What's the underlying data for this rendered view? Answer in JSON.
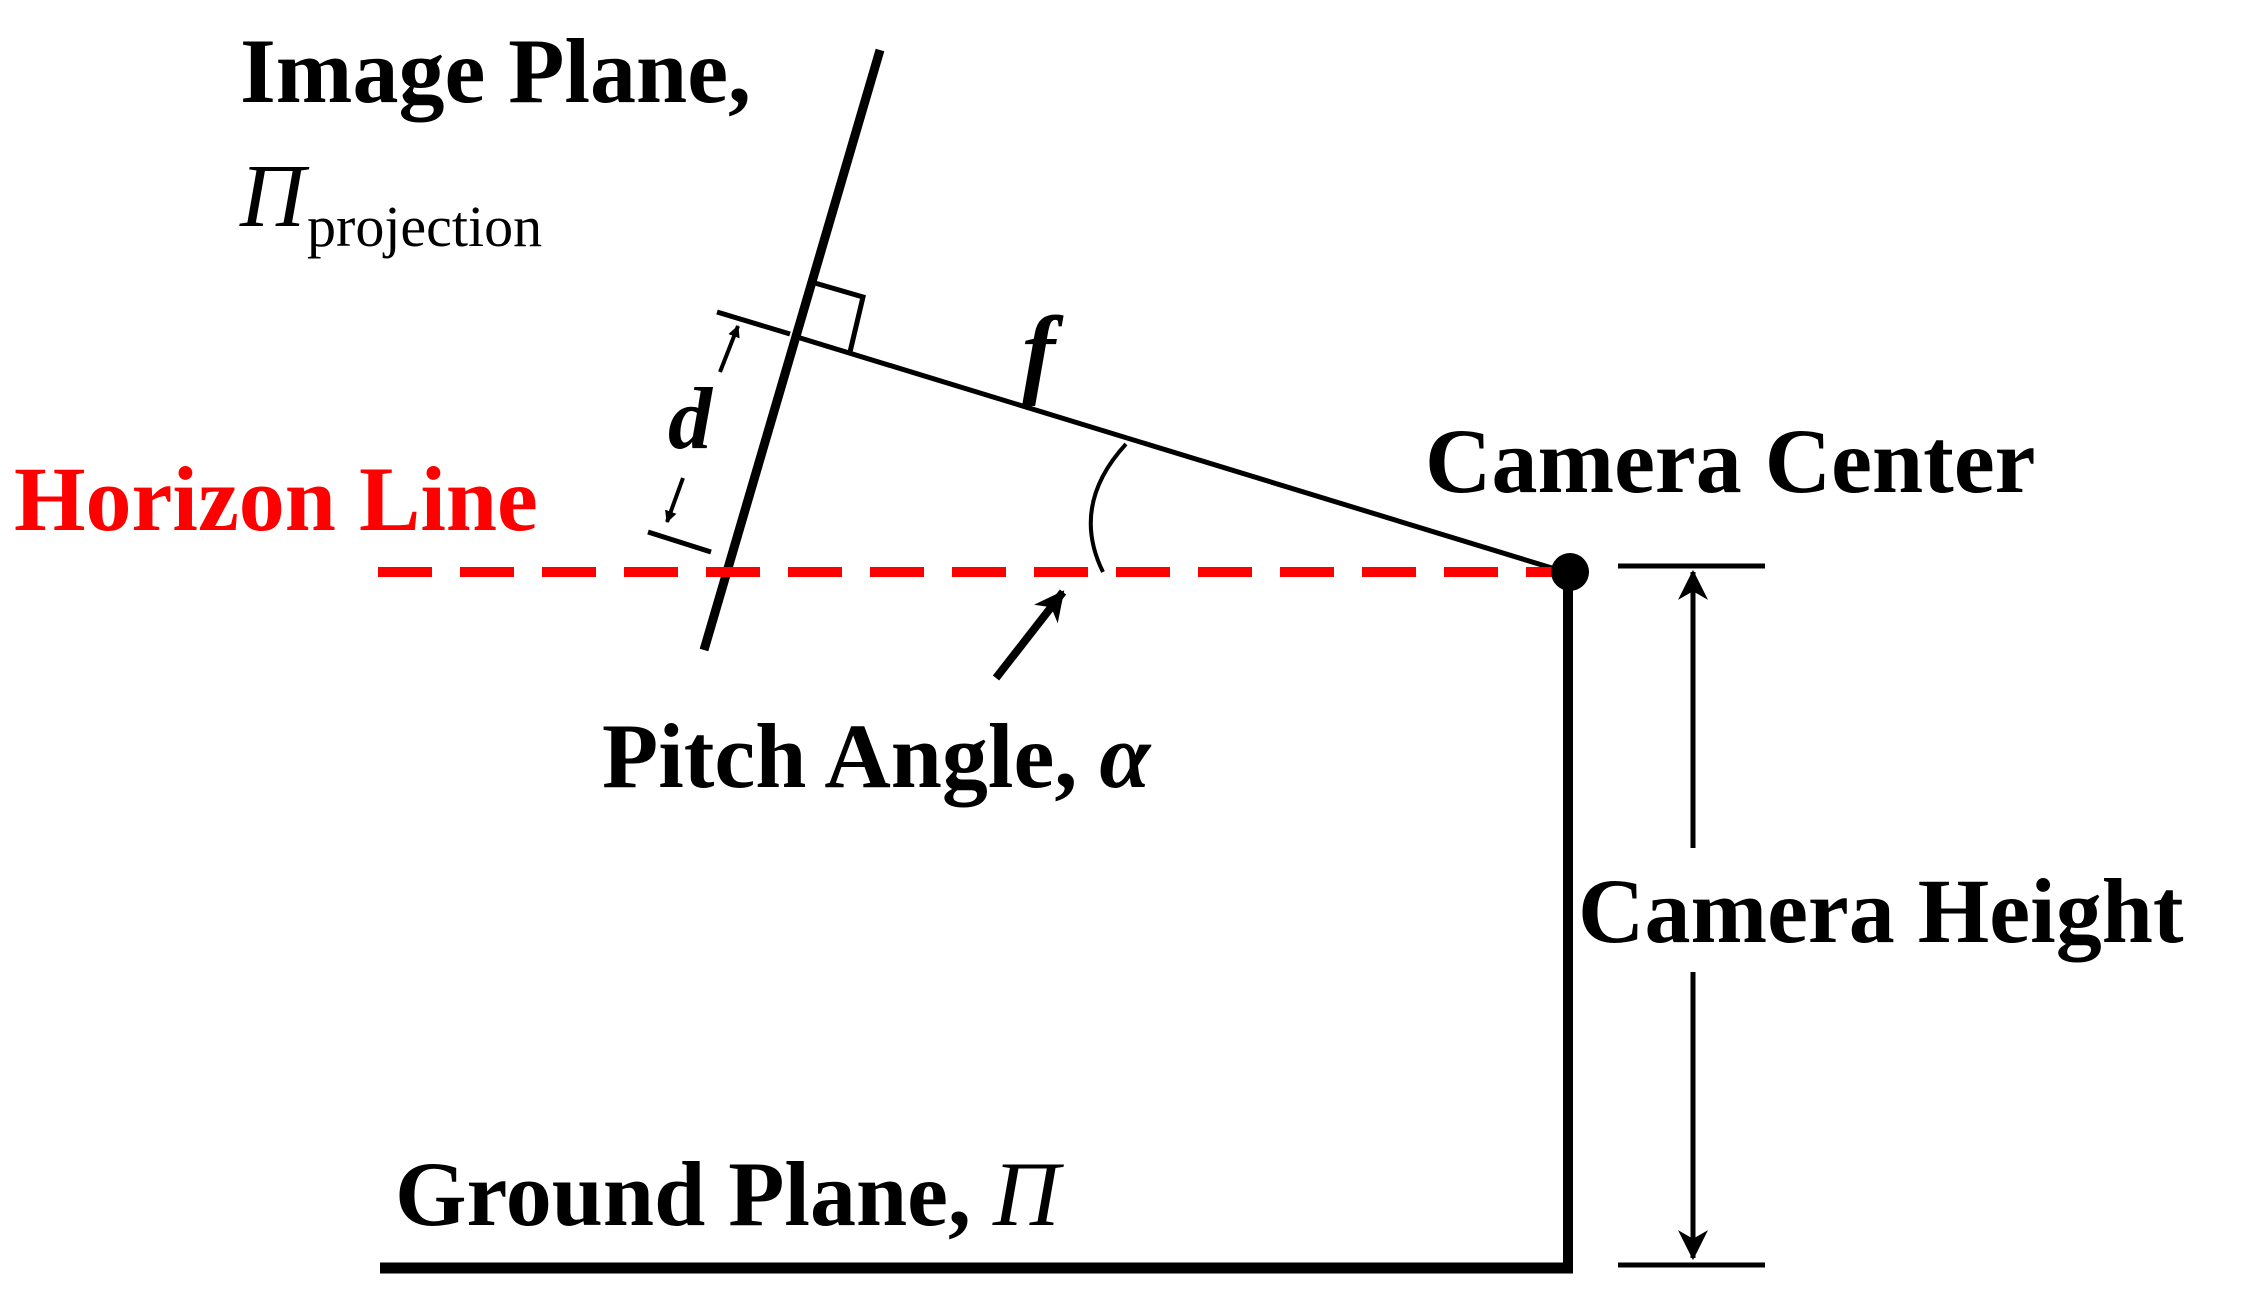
{
  "labels": {
    "image_plane": "Image Plane,",
    "image_plane_symbol": "Π",
    "image_plane_subscript": "projection",
    "horizon_line": "Horizon Line",
    "camera_center": "Camera Center",
    "camera_height": "Camera Height",
    "pitch_angle": "Pitch Angle,",
    "pitch_angle_symbol": "α",
    "ground_plane": "Ground Plane,",
    "ground_plane_symbol": "Π",
    "focal_length": "f",
    "offset": "d"
  },
  "colors": {
    "lines": "#000000",
    "horizon": "#ff0000"
  }
}
